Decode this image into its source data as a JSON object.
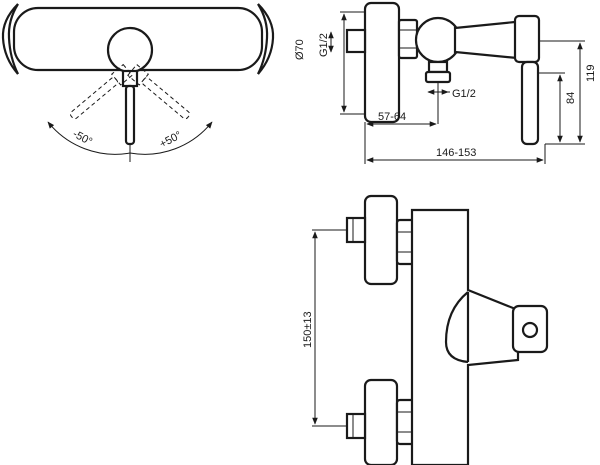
{
  "drawing": {
    "angle_left": "-50°",
    "angle_right": "+50°",
    "dia_rosette": "Ø70",
    "thread_top": "G1/2",
    "thread_bottom": "G1/2",
    "height_119": "119",
    "height_84": "84",
    "depth_inlet": "57-64",
    "depth_total": "146-153",
    "centre_distance": "150±13"
  },
  "colors": {
    "line": "#1a1a1a",
    "background": "#ffffff"
  }
}
